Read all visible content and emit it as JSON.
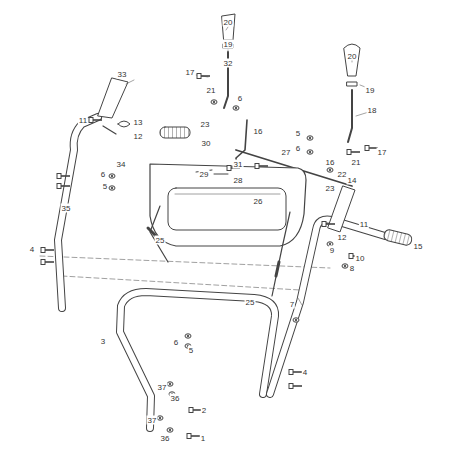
{
  "diagram": {
    "labels": [
      "20",
      "19",
      "32",
      "17",
      "21",
      "6",
      "20",
      "19",
      "18",
      "33",
      "11",
      "13",
      "12",
      "23",
      "16",
      "30",
      "5",
      "6",
      "17",
      "31",
      "27",
      "16",
      "21",
      "6",
      "34",
      "5",
      "29",
      "28",
      "22",
      "23",
      "14",
      "26",
      "35",
      "25",
      "11",
      "12",
      "15",
      "4",
      "9",
      "10",
      "8",
      "25",
      "3",
      "6",
      "5",
      "7",
      "4",
      "37",
      "36",
      "2",
      "37",
      "36",
      "1"
    ]
  }
}
